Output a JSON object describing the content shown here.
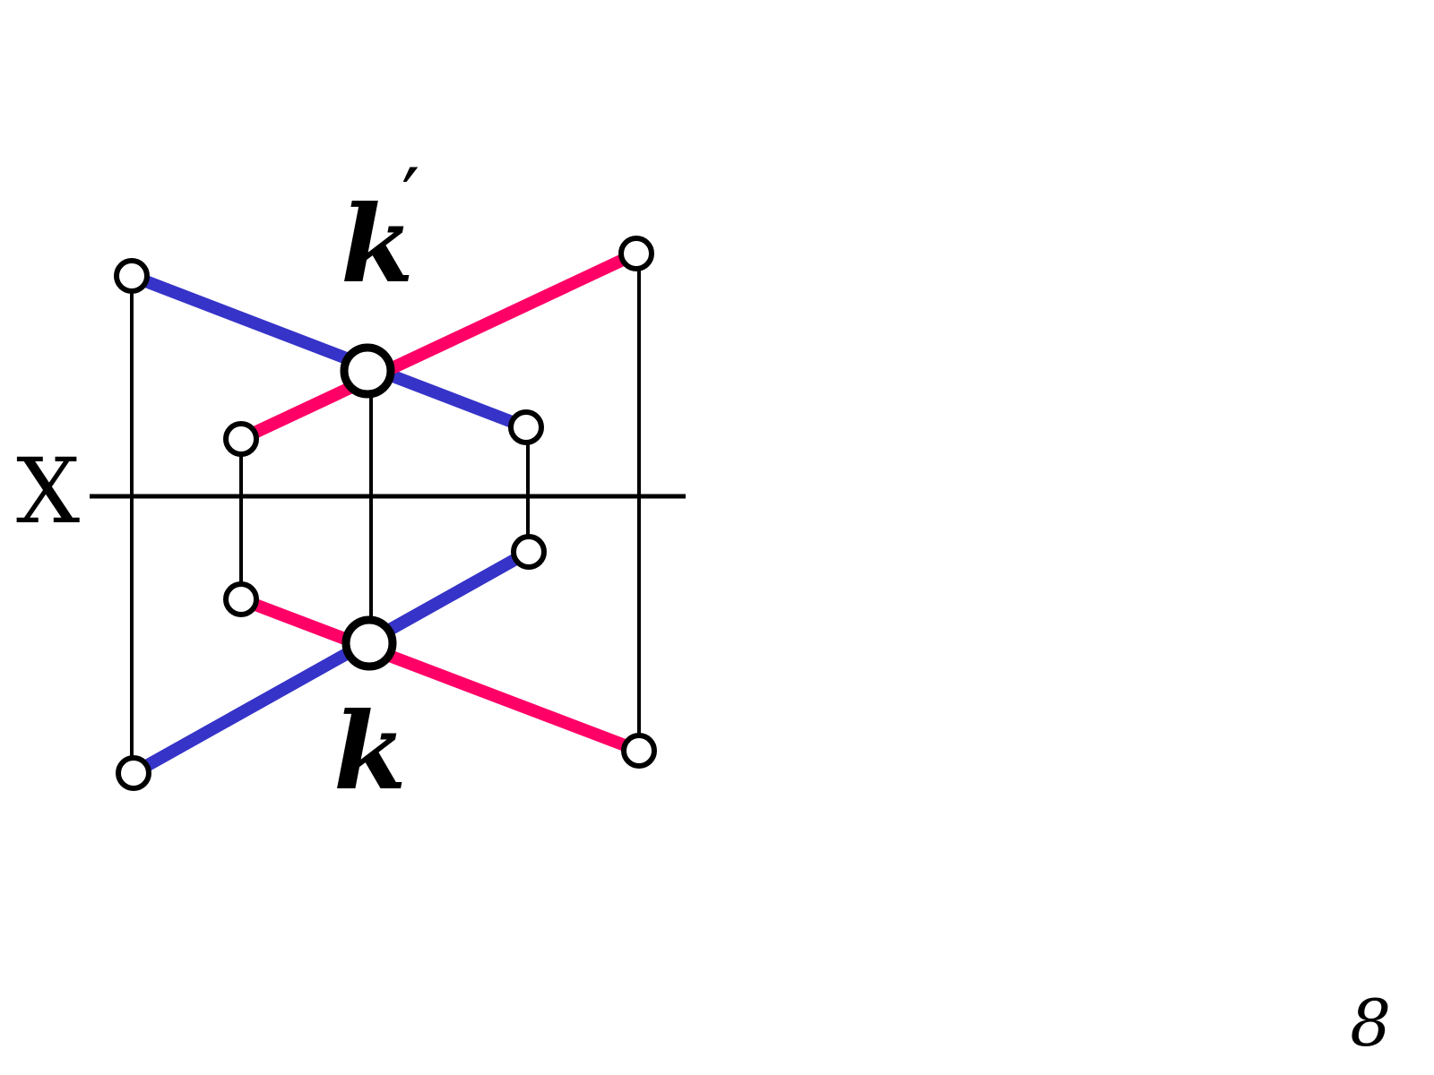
{
  "labels": {
    "axis": "X",
    "upper_point": "k",
    "upper_prime": "′",
    "lower_point": "k",
    "page_number": "8"
  },
  "colors": {
    "blue_line": "#3633c8",
    "red_line": "#ff0066",
    "construction_line": "#000000",
    "point_fill": "#ffffff",
    "point_stroke": "#000000"
  }
}
